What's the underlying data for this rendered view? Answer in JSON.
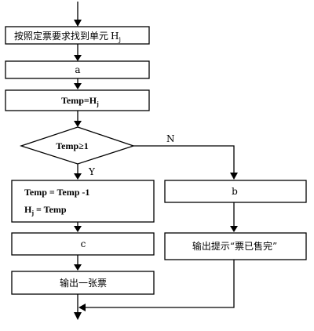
{
  "flowchart": {
    "find_box": {
      "text": "按照定票要求找到单元",
      "var": "H",
      "sub": "j"
    },
    "box_a": {
      "text": "a"
    },
    "assign_box": {
      "text": "Temp=H",
      "sub": "j"
    },
    "decision": {
      "text": "Temp≥1"
    },
    "label_yes": "Y",
    "label_no": "N",
    "update_box": {
      "line1": "Temp = Temp -1",
      "line2_var": "H",
      "line2_sub": "j",
      "line2_rest": " = Temp"
    },
    "box_b": {
      "text": "b"
    },
    "box_c": {
      "text": "c"
    },
    "output_ticket": {
      "text": "输出一张票"
    },
    "output_soldout": {
      "text": "输出提示“票已售完”"
    }
  }
}
